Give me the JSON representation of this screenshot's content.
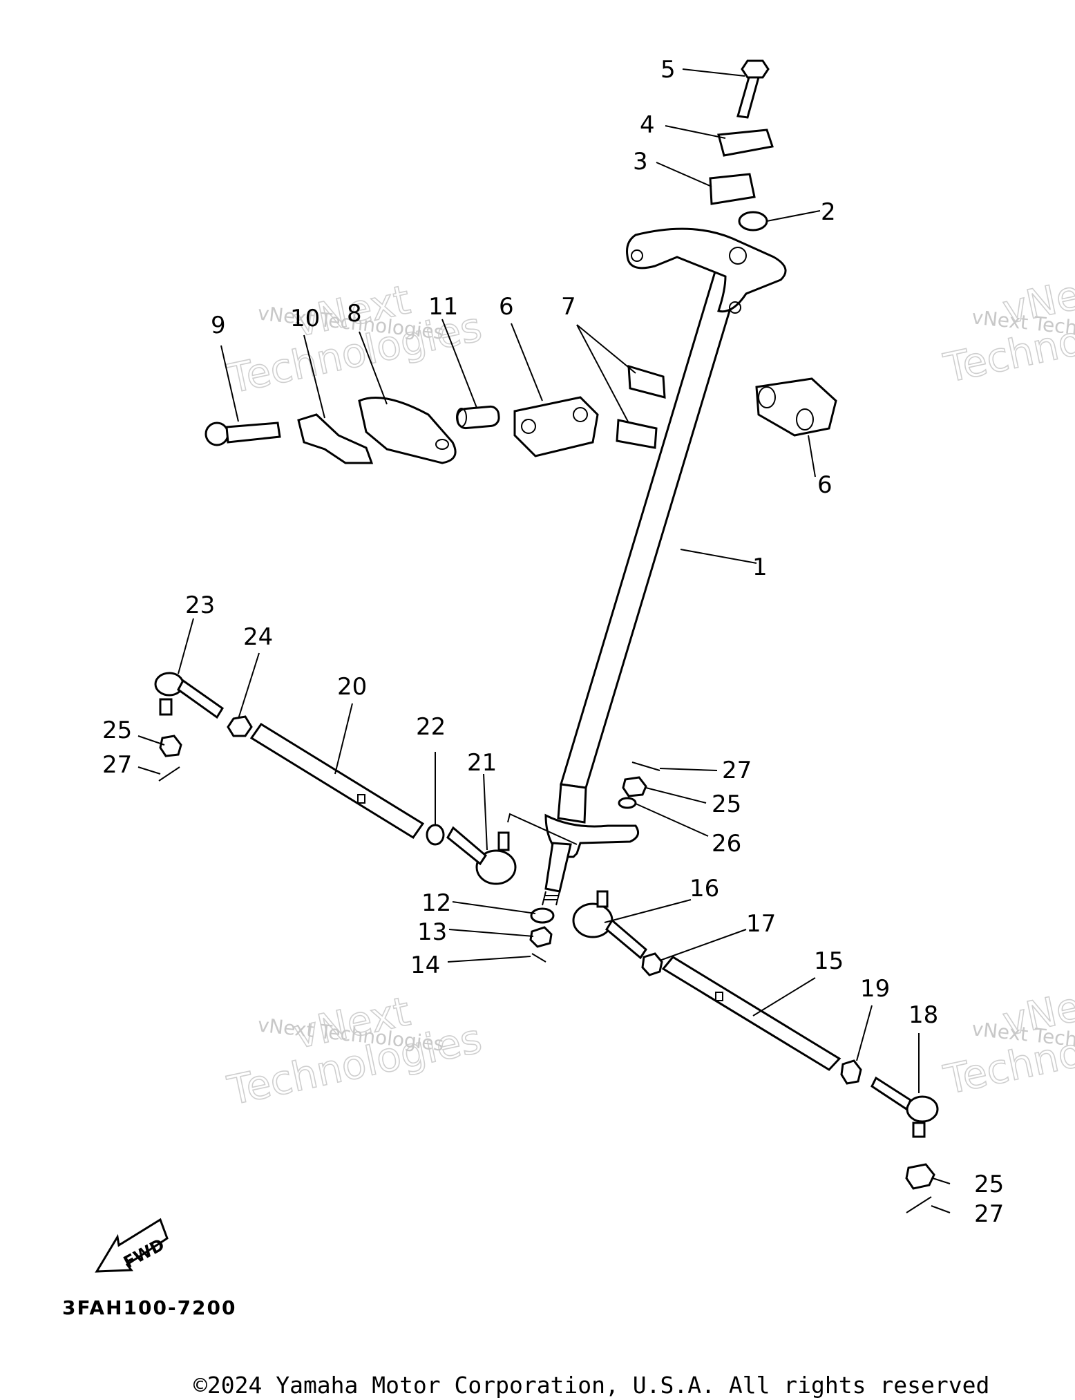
{
  "diagram": {
    "callouts": [
      "1",
      "2",
      "3",
      "4",
      "5",
      "6",
      "6",
      "7",
      "8",
      "9",
      "10",
      "11",
      "12",
      "13",
      "14",
      "15",
      "16",
      "17",
      "18",
      "19",
      "20",
      "21",
      "22",
      "23",
      "24",
      "25",
      "25",
      "25",
      "26",
      "27",
      "27",
      "27"
    ],
    "part_code": "3FAH100-7200",
    "fwd_label": "FWD",
    "watermark": {
      "line1": "vNext",
      "line2": "Technologies",
      "caption": "vNext Technologies"
    },
    "copyright": "©2024 Yamaha Motor Corporation, U.S.A. All rights reserved"
  }
}
